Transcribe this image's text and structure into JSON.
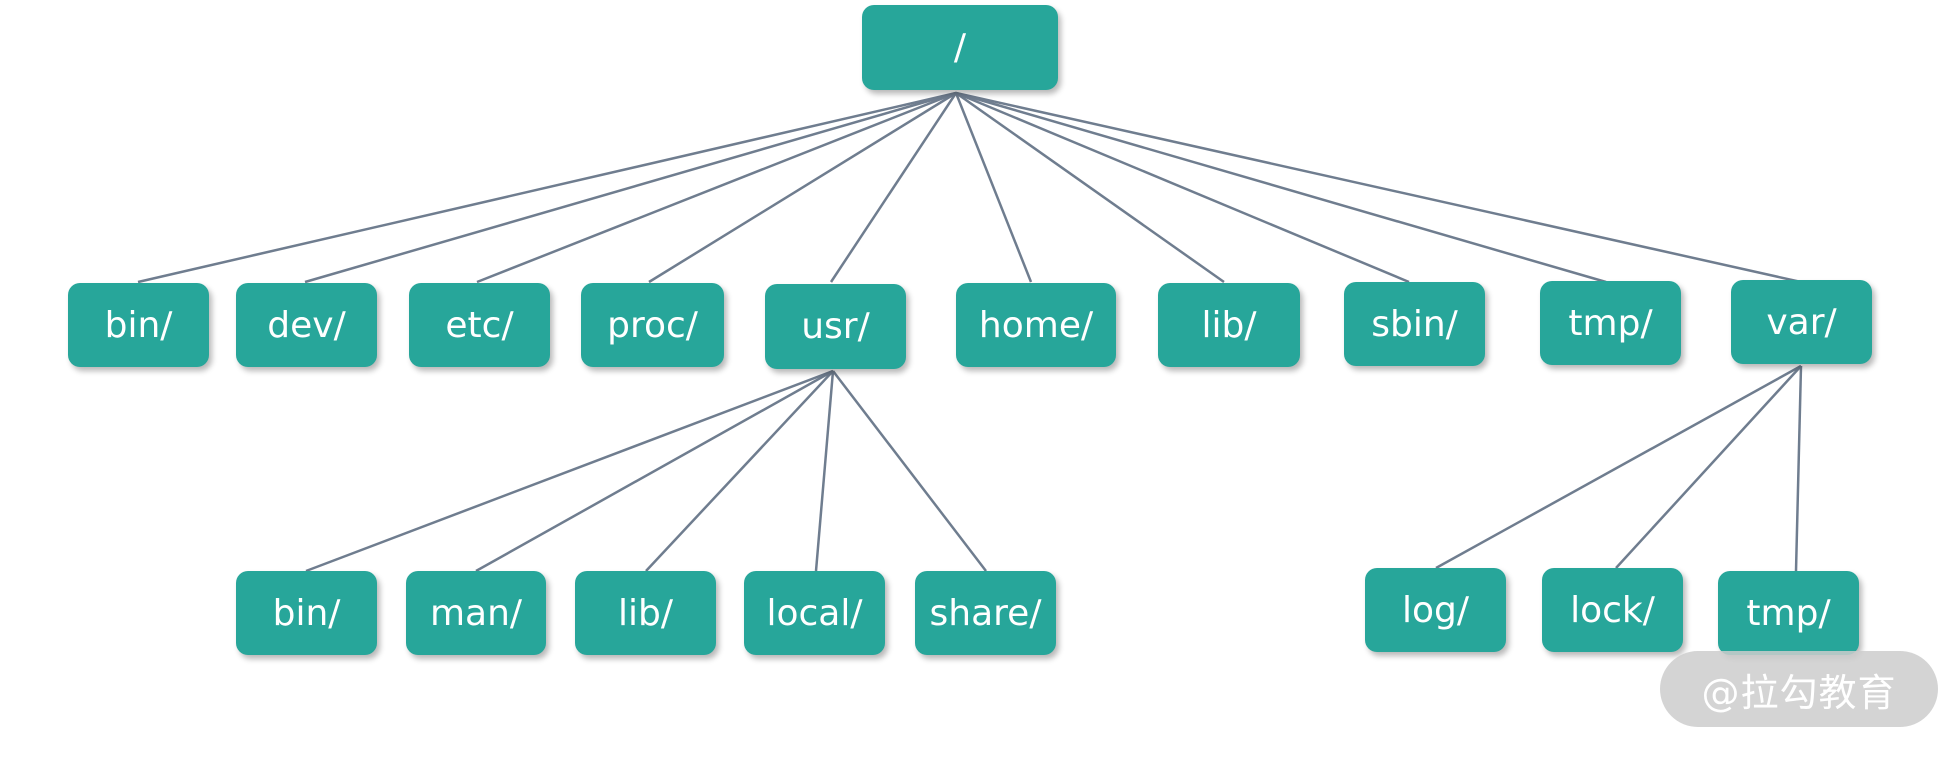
{
  "diagram": {
    "root": "/",
    "level1": [
      "bin/",
      "dev/",
      "etc/",
      "proc/",
      "usr/",
      "home/",
      "lib/",
      "sbin/",
      "tmp/",
      "var/"
    ],
    "usr_children": [
      "bin/",
      "man/",
      "lib/",
      "local/",
      "share/"
    ],
    "var_children": [
      "log/",
      "lock/",
      "tmp/"
    ]
  },
  "watermark": "@拉勾教育",
  "colors": {
    "node_fill": "#27a69a",
    "node_text": "#ffffff",
    "edge": "#6f7d8f"
  }
}
